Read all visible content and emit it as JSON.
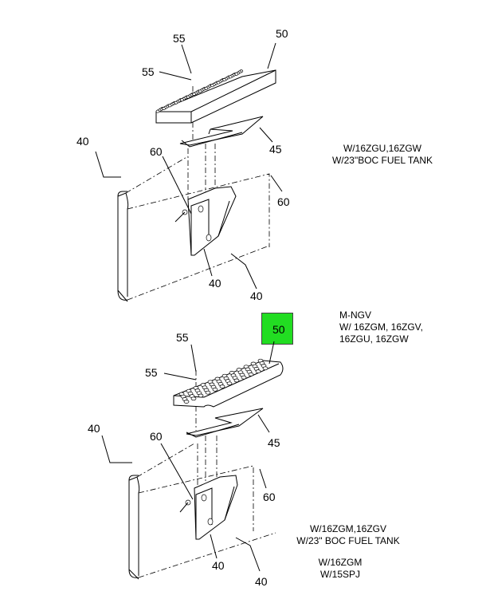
{
  "callouts": {
    "top": {
      "c55a": "55",
      "c50": "50",
      "c55b": "55",
      "c40a": "40",
      "c60a": "60",
      "c45": "45",
      "c60b": "60",
      "c40b": "40",
      "c40c": "40"
    },
    "bottom": {
      "c50": "50",
      "c55a": "55",
      "c55b": "55",
      "c40a": "40",
      "c60a": "60",
      "c45": "45",
      "c60b": "60",
      "c40b": "40",
      "c40c": "40"
    }
  },
  "notes": {
    "top": {
      "line1": "W/16ZGU,16ZGW",
      "line2": "W/23\"BOC FUEL TANK"
    },
    "mngv": {
      "line1": "M-NGV",
      "line2": "W/ 16ZGM, 16ZGV,",
      "line3": "16ZGU, 16ZGW"
    },
    "bottom1": {
      "line1": "W/16ZGM,16ZGV",
      "line2": "W/23\" BOC FUEL TANK"
    },
    "bottom2": {
      "line1": "W/16ZGM",
      "line2": "W/15SPJ"
    }
  },
  "colors": {
    "highlight": "#22dd22"
  }
}
